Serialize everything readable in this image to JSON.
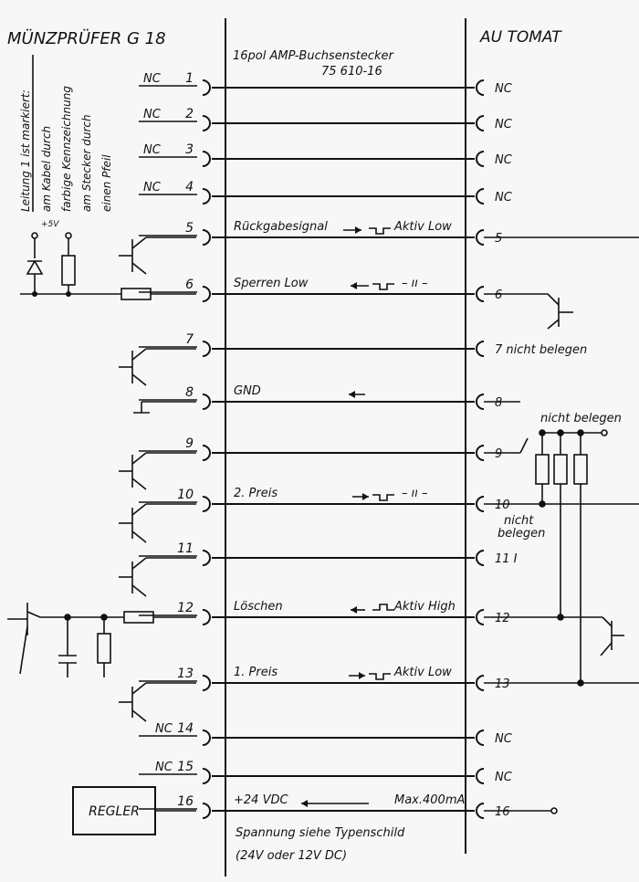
{
  "title_left": "MÜNZPRÜFER  G 18",
  "title_right": "AU TOMAT",
  "connector": {
    "line1": "16pol AMP-Buchsenstecker",
    "line2": "75 610-16"
  },
  "side_note": [
    "Leitung 1 ist markiert:",
    "am Kabel durch",
    "farbige Kennzeichnung",
    "am Stecker durch",
    "einen Pfeil"
  ],
  "supply_label": "+5V",
  "pins": [
    {
      "n": "1",
      "left": "NC",
      "right": "NC",
      "mid": "",
      "note": ""
    },
    {
      "n": "2",
      "left": "NC",
      "right": "NC",
      "mid": "",
      "note": ""
    },
    {
      "n": "3",
      "left": "NC",
      "right": "NC",
      "mid": "",
      "note": ""
    },
    {
      "n": "4",
      "left": "NC",
      "right": "NC",
      "mid": "",
      "note": ""
    },
    {
      "n": "5",
      "left": "",
      "right": "5",
      "mid": "Rückgabesignal",
      "note": "Aktiv Low"
    },
    {
      "n": "6",
      "left": "",
      "right": "6",
      "mid": "Sperren   Low",
      "note": "– ıı –"
    },
    {
      "n": "7",
      "left": "",
      "right": "7  nicht belegen",
      "mid": "",
      "note": ""
    },
    {
      "n": "8",
      "left": "",
      "right": "8",
      "mid": "GND",
      "note": ""
    },
    {
      "n": "9",
      "left": "",
      "right": "9",
      "mid": "",
      "note": ""
    },
    {
      "n": "10",
      "left": "",
      "right": "10",
      "mid": "2. Preis",
      "note": "– ıı –"
    },
    {
      "n": "11",
      "left": "",
      "right": "11  I",
      "mid": "",
      "note": ""
    },
    {
      "n": "12",
      "left": "",
      "right": "12",
      "mid": "Löschen",
      "note": "Aktiv High"
    },
    {
      "n": "13",
      "left": "",
      "right": "13",
      "mid": "1. Preis",
      "note": "Aktiv Low"
    },
    {
      "n": "14",
      "left": "NC",
      "right": "NC",
      "mid": "",
      "note": ""
    },
    {
      "n": "15",
      "left": "NC",
      "right": "NC",
      "mid": "",
      "note": ""
    },
    {
      "n": "16",
      "left": "",
      "right": "16",
      "mid": "+24 VDC",
      "note": "Max.400mA"
    }
  ],
  "nicht_belegen_top": "nicht belegen",
  "nicht_belegen_mid": [
    "nicht",
    "belegen"
  ],
  "regler": "REGLER",
  "footer": [
    "Spannung  siehe  Typenschild",
    "(24V oder 12V DC)"
  ]
}
